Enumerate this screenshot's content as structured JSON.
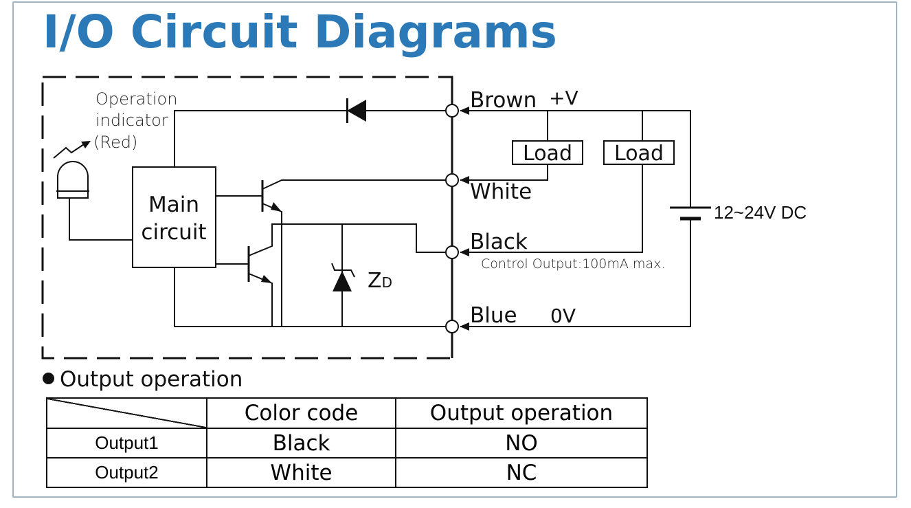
{
  "title": "I/O Circuit Diagrams",
  "diagram": {
    "operation_indicator": [
      "Operation",
      "indicator",
      "(Red)"
    ],
    "main_circuit": [
      "Main",
      "circuit"
    ],
    "zener": "Z",
    "zener_sub": "D",
    "wires": {
      "brown": "Brown",
      "brown_polarity": "+V",
      "white": "White",
      "black": "Black",
      "black_note": "Control Output:100mA max.",
      "blue": "Blue",
      "blue_polarity": "0V"
    },
    "load_1": "Load",
    "load_2": "Load",
    "supply": "12~24V DC"
  },
  "output_section": {
    "heading": "Output operation",
    "columns": [
      "Color code",
      "Output operation"
    ],
    "rows": [
      {
        "label": "Output1",
        "color_code": "Black",
        "operation": "NO"
      },
      {
        "label": "Output2",
        "color_code": "White",
        "operation": "NC"
      }
    ]
  }
}
